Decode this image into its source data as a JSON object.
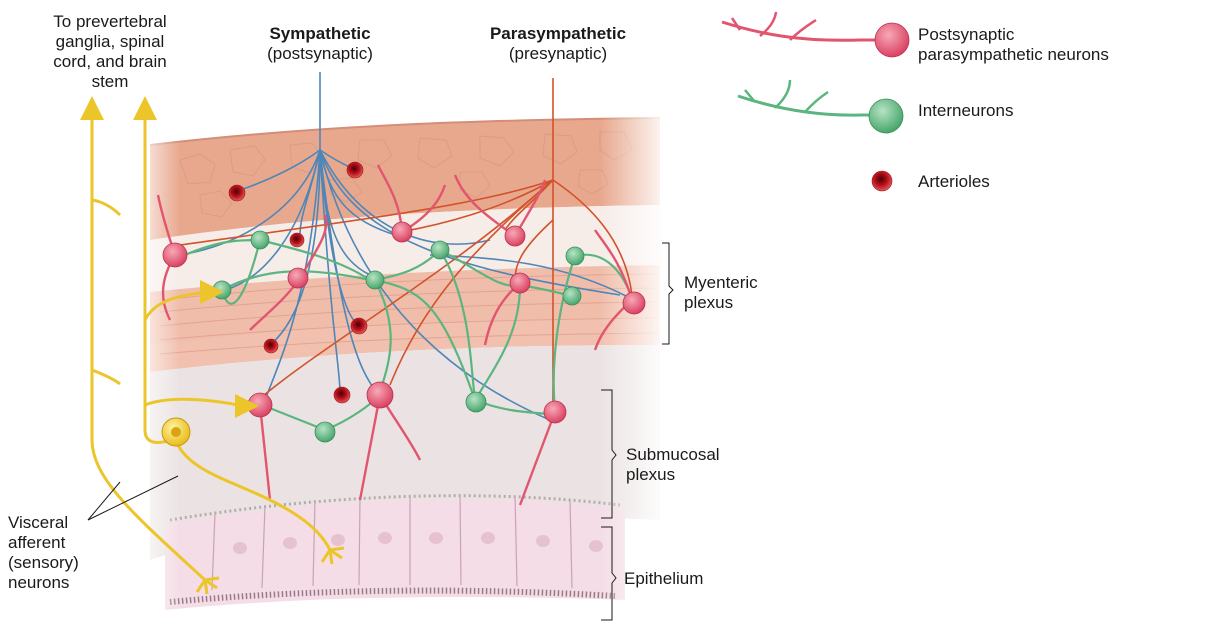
{
  "top_left_label": {
    "line1": "To prevertebral",
    "line2": "ganglia, spinal",
    "line3": "cord, and brain",
    "line4": "stem"
  },
  "sympathetic": {
    "title": "Sympathetic",
    "subtitle": "(postsynaptic)"
  },
  "parasympathetic": {
    "title": "Parasympathetic",
    "subtitle": "(presynaptic)"
  },
  "legend": {
    "postsynaptic_line1": "Postsynaptic",
    "postsynaptic_line2": "parasympathetic neurons",
    "interneurons": "Interneurons",
    "arterioles": "Arterioles"
  },
  "layers": {
    "myenteric_line1": "Myenteric",
    "myenteric_line2": "plexus",
    "submucosal_line1": "Submucosal",
    "submucosal_line2": "plexus",
    "epithelium": "Epithelium"
  },
  "afferent_label": {
    "line1": "Visceral",
    "line2": "afferent",
    "line3": "(sensory)",
    "line4": "neurons"
  },
  "colors": {
    "sympathetic_fiber": "#4f86b8",
    "parasympathetic_fiber": "#d2522a",
    "postsynaptic_neuron": "#e2556f",
    "interneuron": "#5cb57e",
    "sensory_neuron": "#ecc52a",
    "arteriole": "#c81c22",
    "muscle_layer": "#e9b39d",
    "submucosa": "#ece3e3",
    "epithelium": "#f3dde6"
  },
  "icons": {
    "postsynaptic": "pink-neuron-icon",
    "interneuron": "green-neuron-icon",
    "arteriole": "red-arteriole-icon"
  }
}
